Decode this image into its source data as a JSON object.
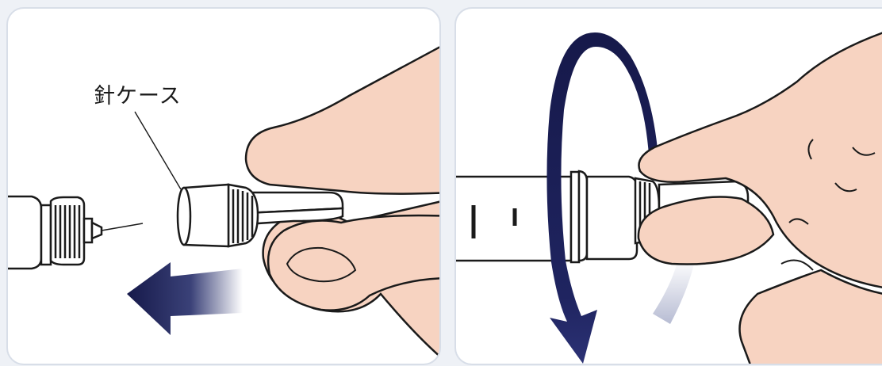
{
  "panels": {
    "left": {
      "needle_case_label": "針ケース"
    }
  },
  "colors": {
    "skin": "#f7d3c1",
    "arrow_dark": "#16194a",
    "outline": "#1a1a1a",
    "panel_border": "#d8dee8"
  },
  "icons": [
    "remove-arrow-left",
    "twist-arrow-circular"
  ]
}
